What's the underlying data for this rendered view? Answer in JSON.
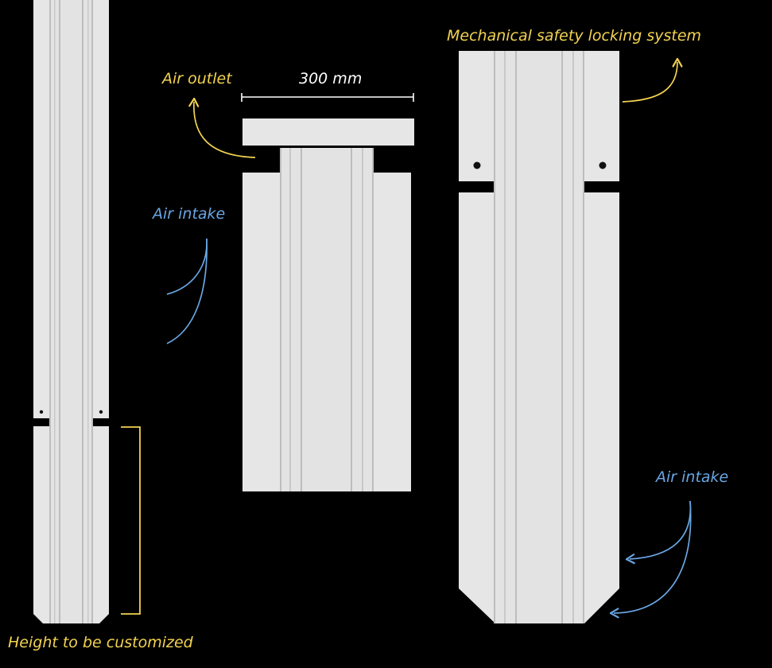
{
  "colors": {
    "background": "#000000",
    "panel": "#e6e6e6",
    "panel_groove": "#bdbdbd",
    "annotation_yellow": "#f3d351",
    "annotation_blue": "#6aa6e3",
    "dimension_white": "#ffffff"
  },
  "labels": {
    "air_outlet": "Air outlet",
    "width_dimension": "300 mm",
    "air_intake_left": "Air intake",
    "mechanical_lock": "Mechanical safety locking system",
    "air_intake_right": "Air intake",
    "height_custom": "Height to be customized"
  }
}
